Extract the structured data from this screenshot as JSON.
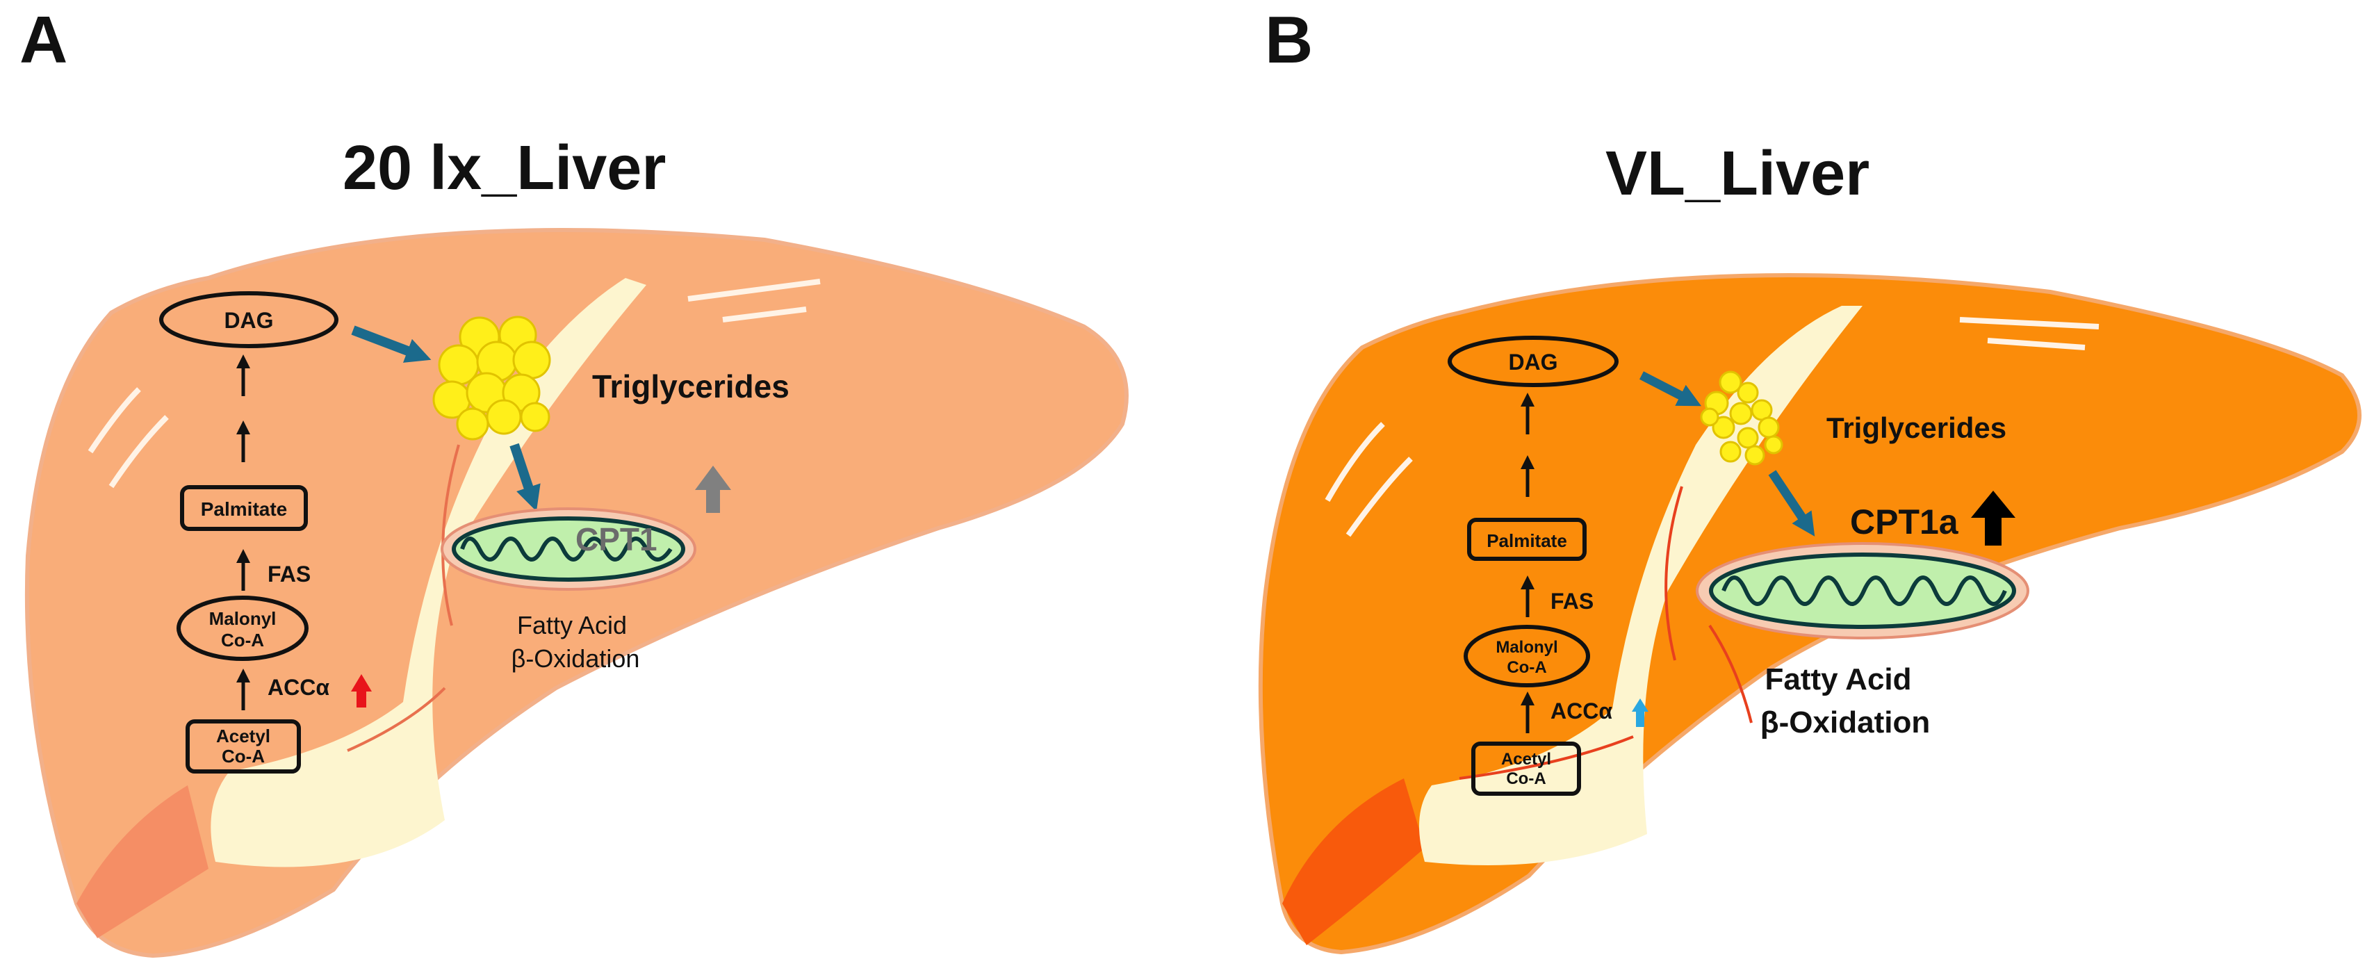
{
  "panel_a": {
    "letter": "A",
    "title": "20 lx_Liver",
    "nodes": {
      "dag": "DAG",
      "palmitate": "Palmitate",
      "malonyl_1": "Malonyl",
      "malonyl_2": "Co-A",
      "acetyl_1": "Acetyl",
      "acetyl_2": "Co-A"
    },
    "enzymes": {
      "fas": "FAS",
      "acc": "ACCα"
    },
    "triglycerides": "Triglycerides",
    "cpt": "CPT1",
    "oxidation_1": "Fatty Acid",
    "oxidation_2": "β-Oxidation",
    "colors": {
      "liver": "#f9ad79",
      "acc_arrow": "#e8141b",
      "cpt_arrow": "#808080"
    }
  },
  "panel_b": {
    "letter": "B",
    "title": "VL_Liver",
    "nodes": {
      "dag": "DAG",
      "palmitate": "Palmitate",
      "malonyl_1": "Malonyl",
      "malonyl_2": "Co-A",
      "acetyl_1": "Acetyl",
      "acetyl_2": "Co-A"
    },
    "enzymes": {
      "fas": "FAS",
      "acc": "ACCα"
    },
    "triglycerides": "Triglycerides",
    "cpt": "CPT1a",
    "oxidation_1": "Fatty Acid",
    "oxidation_2": "β-Oxidation",
    "colors": {
      "liver": "#fb8c0a",
      "acc_arrow": "#2aa7e0",
      "cpt_arrow": "#000000"
    }
  },
  "icons": [
    "liver-shape",
    "lipid-droplet-icon",
    "mitochondrion-icon",
    "up-arrow-icon",
    "flow-arrow-icon"
  ]
}
